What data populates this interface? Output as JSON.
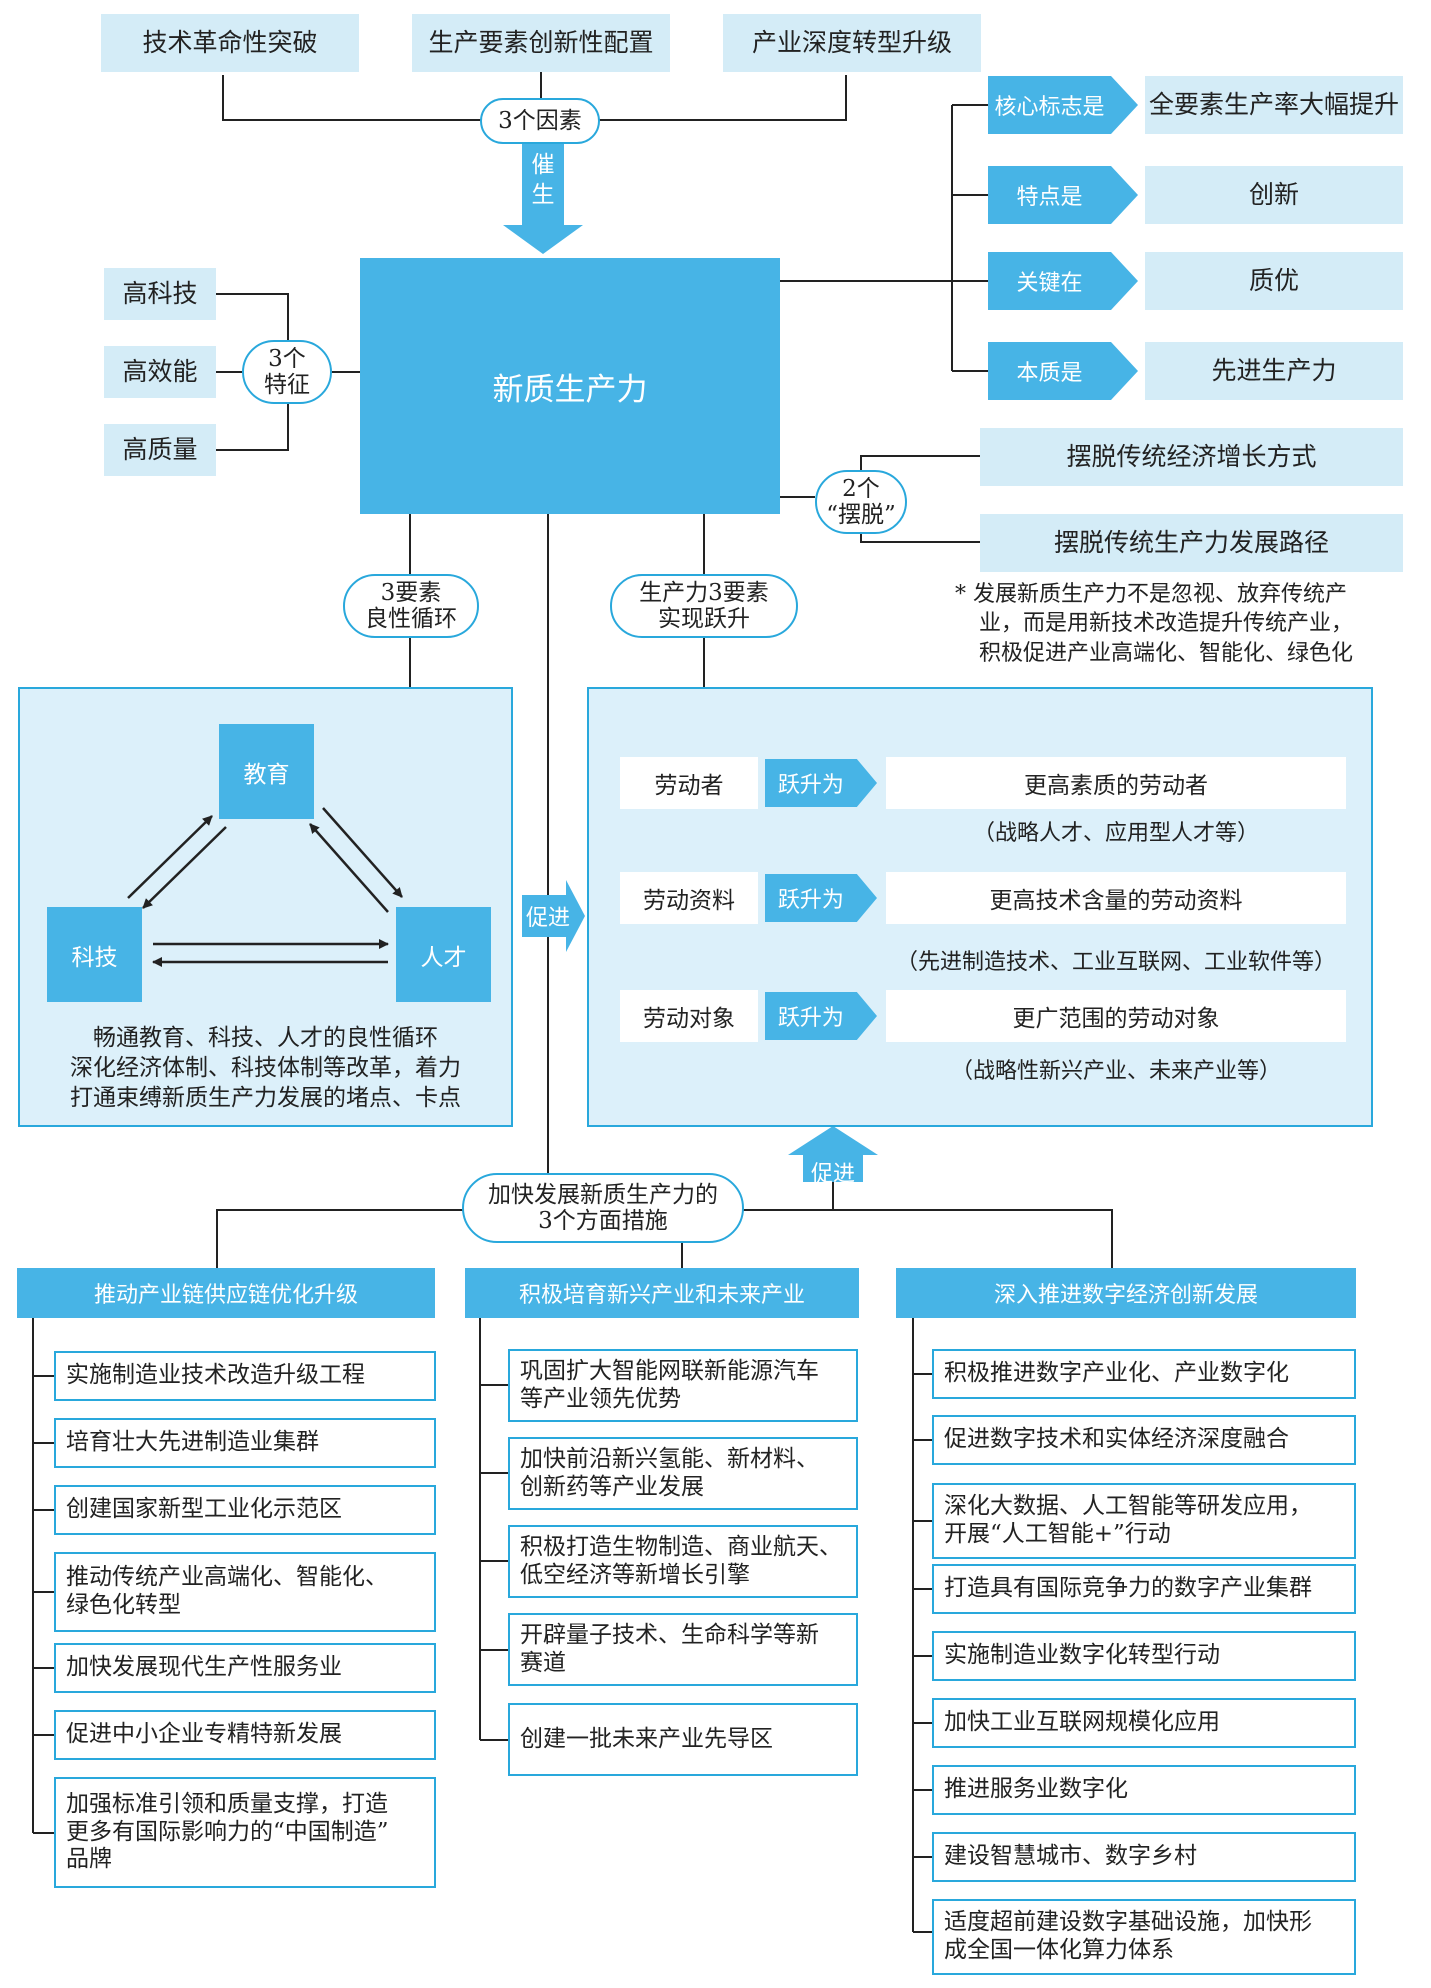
{
  "top_factors": [
    "技术革命性突破",
    "生产要素创新性配置",
    "产业深度转型升级"
  ],
  "factors_pill": "3个因素",
  "catalyze_label": [
    "催",
    "生"
  ],
  "center_title": "新质生产力",
  "features_pill": [
    "3个",
    "特征"
  ],
  "features": [
    "高科技",
    "高效能",
    "高质量"
  ],
  "attributes": [
    {
      "label": "核心标志是",
      "value": "全要素生产率大幅提升"
    },
    {
      "label": "特点是",
      "value": "创新"
    },
    {
      "label": "关键在",
      "value": "质优"
    },
    {
      "label": "本质是",
      "value": "先进生产力"
    }
  ],
  "break_pill": [
    "2个",
    "“摆脱”"
  ],
  "breaks": [
    "摆脱传统经济增长方式",
    "摆脱传统生产力发展路径"
  ],
  "note": [
    "* 发展新质生产力不是忽视、放弃传统产",
    "业，而是用新技术改造提升传统产业，",
    "积极促进产业高端化、智能化、绿色化"
  ],
  "cycle_pill": [
    "3要素",
    "良性循环"
  ],
  "leap_pill": [
    "生产力3要素",
    "实现跃升"
  ],
  "cycle": {
    "nodes": [
      "教育",
      "科技",
      "人才"
    ],
    "text": [
      "畅通教育、科技、人才的良性循环",
      "深化经济体制、科技体制等改革，着力",
      "打通束缚新质生产力发展的堵点、卡点"
    ]
  },
  "promote_side": "促进",
  "promote_up": "促进",
  "leap_verb": "跃升为",
  "leaps": [
    {
      "from": "劳动者",
      "to": "更高素质的劳动者",
      "sub": "（战略人才、应用型人才等）"
    },
    {
      "from": "劳动资料",
      "to": "更高技术含量的劳动资料",
      "sub": "（先进制造技术、工业互联网、工业软件等）"
    },
    {
      "from": "劳动对象",
      "to": "更广范围的劳动对象",
      "sub": "（战略性新兴产业、未来产业等）"
    }
  ],
  "measures_pill": [
    "加快发展新质生产力的",
    "3个方面措施"
  ],
  "columns": [
    {
      "header": "推动产业链供应链优化升级",
      "items": [
        "实施制造业技术改造升级工程",
        "培育壮大先进制造业集群",
        "创建国家新型工业化示范区",
        "推动传统产业高端化、智能化、\n绿色化转型",
        "加快发展现代生产性服务业",
        "促进中小企业专精特新发展",
        "加强标准引领和质量支撑，打造\n更多有国际影响力的“中国制造”\n品牌"
      ]
    },
    {
      "header": "积极培育新兴产业和未来产业",
      "items": [
        "巩固扩大智能网联新能源汽车\n等产业领先优势",
        "加快前沿新兴氢能、新材料、\n创新药等产业发展",
        "积极打造生物制造、商业航天、\n低空经济等新增长引擎",
        "开辟量子技术、生命科学等新\n赛道",
        "创建一批未来产业先导区"
      ]
    },
    {
      "header": "深入推进数字经济创新发展",
      "items": [
        "积极推进数字产业化、产业数字化",
        "促进数字技术和实体经济深度融合",
        "深化大数据、人工智能等研发应用，\n开展“人工智能+”行动",
        "打造具有国际竞争力的数字产业集群",
        "实施制造业数字化转型行动",
        "加快工业互联网规模化应用",
        "推进服务业数字化",
        "建设智慧城市、数字乡村",
        "适度超前建设数字基础设施，加快形\n成全国一体化算力体系"
      ]
    }
  ]
}
